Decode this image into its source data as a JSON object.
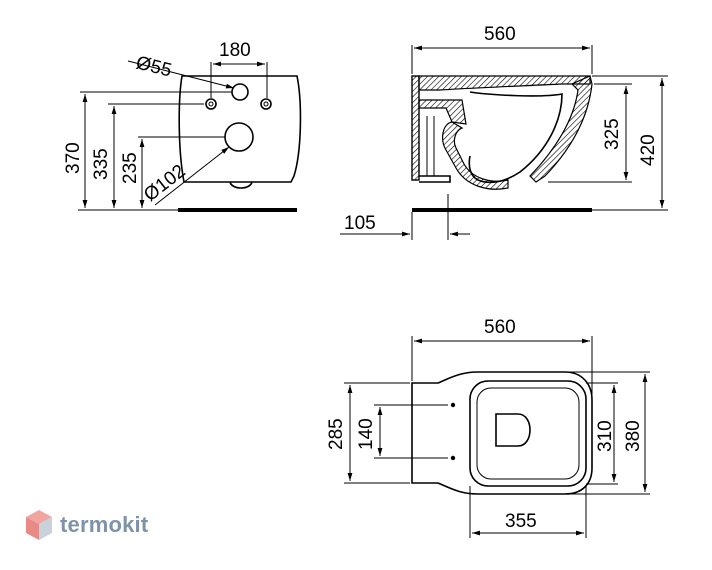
{
  "side_view": {
    "hole_small": "Ø55",
    "hole_spacing": "180",
    "hole_large": "Ø102",
    "height_total": "370",
    "height_mid": "335",
    "height_low": "235"
  },
  "profile_view": {
    "length": "560",
    "inner_height": "325",
    "total_height": "420",
    "offset": "105"
  },
  "top_view": {
    "length": "560",
    "mount_width": "285",
    "mount_spacing": "140",
    "inner_width": "310",
    "outer_width": "380",
    "bowl_width": "355"
  },
  "watermark": {
    "brand": "termokit",
    "logo_icon": "hexagon-cube-icon"
  }
}
